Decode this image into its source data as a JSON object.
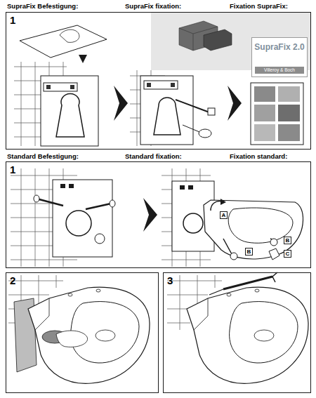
{
  "diagram": {
    "nodes": [
      {
        "text": [
          "1"
        ]
      },
      {
        "text": [
          "SupraFix 2.0",
          "Villeroy & Boch"
        ],
        "in": 0
      },
      {
        "text": [
          "1"
        ]
      },
      {
        "text": [
          "A"
        ],
        "in": 2
      },
      {
        "text": [
          "B"
        ],
        "in": 2
      },
      {
        "text": [
          "B"
        ],
        "in": 2
      },
      {
        "text": [
          "C"
        ],
        "in": 2
      },
      {
        "text": [
          "2"
        ]
      },
      {
        "text": [
          "3"
        ]
      }
    ],
    "labels": [
      "SupraFix Befestigung:",
      "SupraFix fixation:",
      "Fixation SupraFix:",
      "Standard Befestigung:",
      "Standard fixation:",
      "Fixation standard:"
    ]
  }
}
